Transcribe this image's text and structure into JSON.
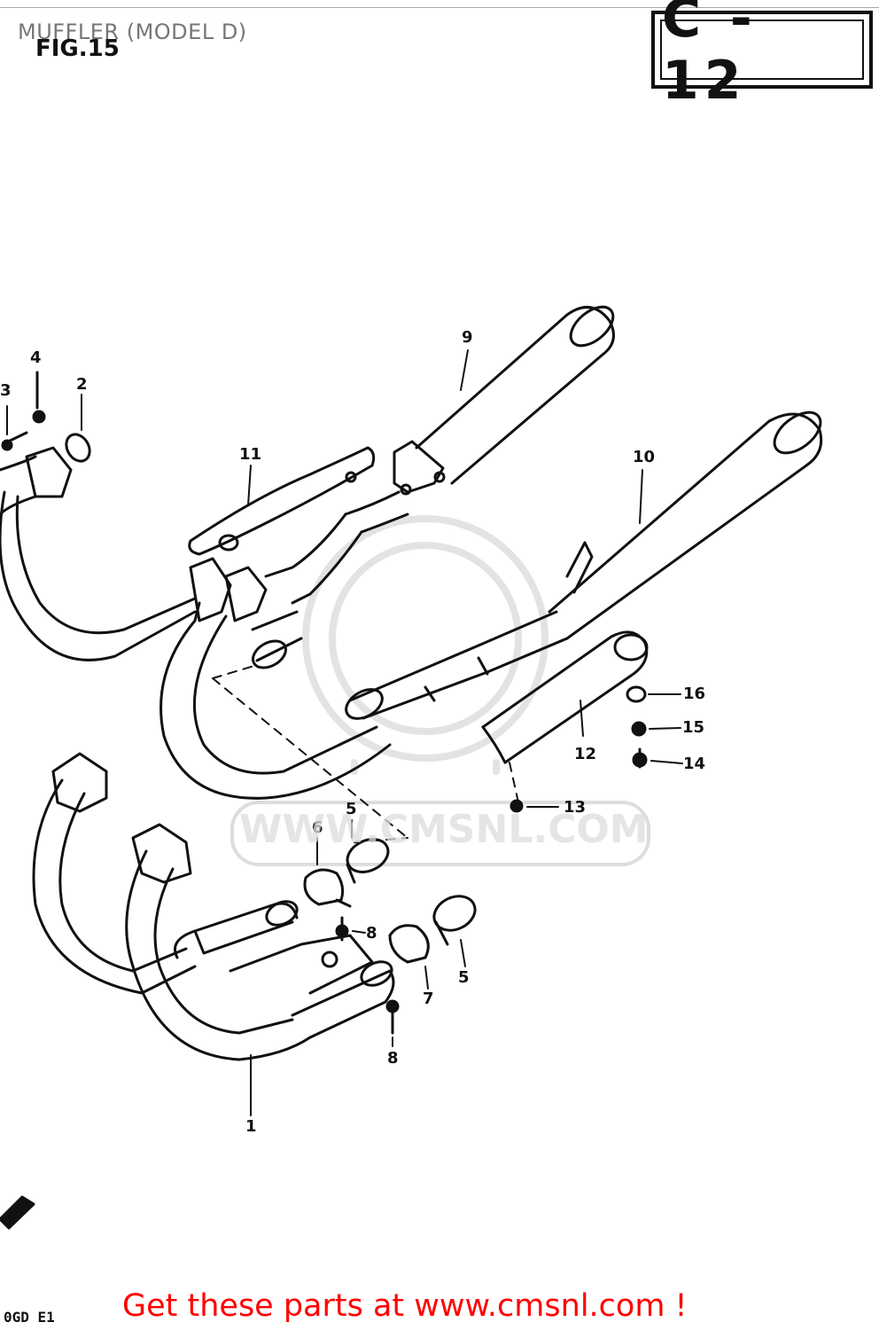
{
  "header": {
    "title": "MUFFLER (MODEL D)",
    "figure_label": "FIG.15"
  },
  "page_code": "C - 12",
  "callouts": [
    {
      "id": "c1",
      "text": "1"
    },
    {
      "id": "c2",
      "text": "2"
    },
    {
      "id": "c3",
      "text": "3"
    },
    {
      "id": "c4",
      "text": "4"
    },
    {
      "id": "c5a",
      "text": "5"
    },
    {
      "id": "c5b",
      "text": "5"
    },
    {
      "id": "c6",
      "text": "6"
    },
    {
      "id": "c7",
      "text": "7"
    },
    {
      "id": "c8a",
      "text": "8"
    },
    {
      "id": "c8b",
      "text": "8"
    },
    {
      "id": "c9",
      "text": "9"
    },
    {
      "id": "c10",
      "text": "10"
    },
    {
      "id": "c11",
      "text": "11"
    },
    {
      "id": "c12",
      "text": "12"
    },
    {
      "id": "c13",
      "text": "13"
    },
    {
      "id": "c14",
      "text": "14"
    },
    {
      "id": "c15",
      "text": "15"
    },
    {
      "id": "c16",
      "text": "16"
    }
  ],
  "watermark": "WWW.CMSNL.COM",
  "footer": {
    "model_code": "0GD E1",
    "cta": "Get these parts at www.cmsnl.com !",
    "cta_color": "#ff0000"
  }
}
